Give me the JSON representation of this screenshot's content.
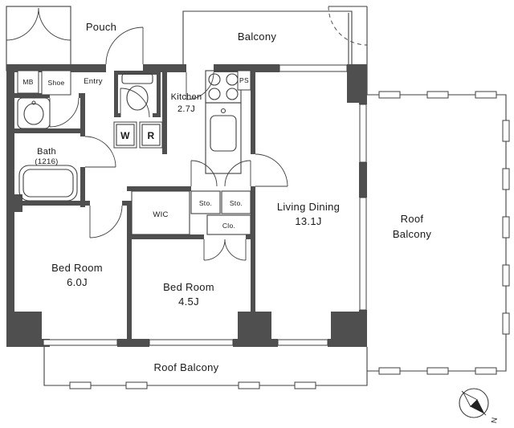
{
  "colors": {
    "wall": "#4f4f4f",
    "line": "#3f3f3f",
    "text": "#1a1a1a"
  },
  "plan": {
    "porch": {
      "label": "Pouch"
    },
    "balcony": {
      "label": "Balcony"
    },
    "entry": {
      "label": "Entry",
      "mb": "MB",
      "shoe": "Shoe"
    },
    "bath": {
      "name": "Bath",
      "size": "(1216)"
    },
    "laundry": {
      "washer": "W",
      "fridge": "R"
    },
    "kitchen": {
      "name": "Kitchen",
      "size": "2.7J",
      "ps": "PS"
    },
    "storage": {
      "sto1": "Sto.",
      "sto2": "Sto.",
      "wic": "WIC",
      "clo": "Clo."
    },
    "living": {
      "name": "Living Dining",
      "size": "13.1J"
    },
    "bedroom1": {
      "name": "Bed Room",
      "size": "6.0J"
    },
    "bedroom2": {
      "name": "Bed Room",
      "size": "4.5J"
    },
    "roof_balcony_right": {
      "line1": "Roof",
      "line2": "Balcony"
    },
    "roof_balcony_bottom": {
      "label": "Roof Balcony"
    },
    "compass": {
      "north": "N"
    }
  }
}
